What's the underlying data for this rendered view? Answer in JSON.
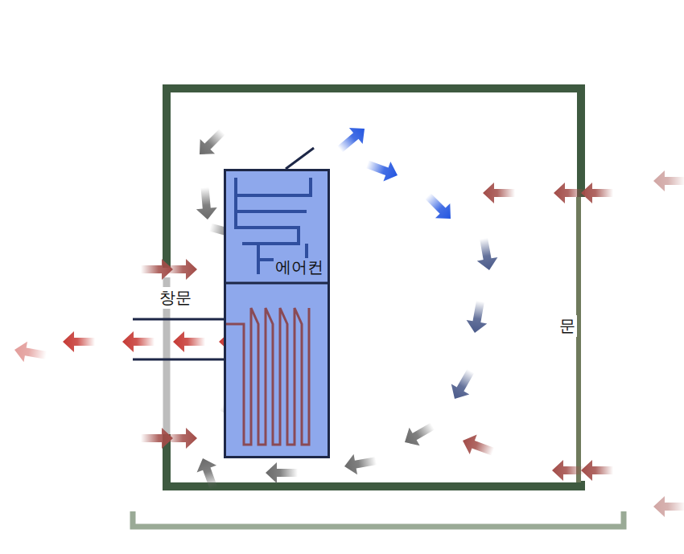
{
  "diagram": {
    "nodes": [
      {
        "text": [
          "에어컨"
        ]
      }
    ],
    "labels": [
      "창문",
      "문"
    ]
  }
}
